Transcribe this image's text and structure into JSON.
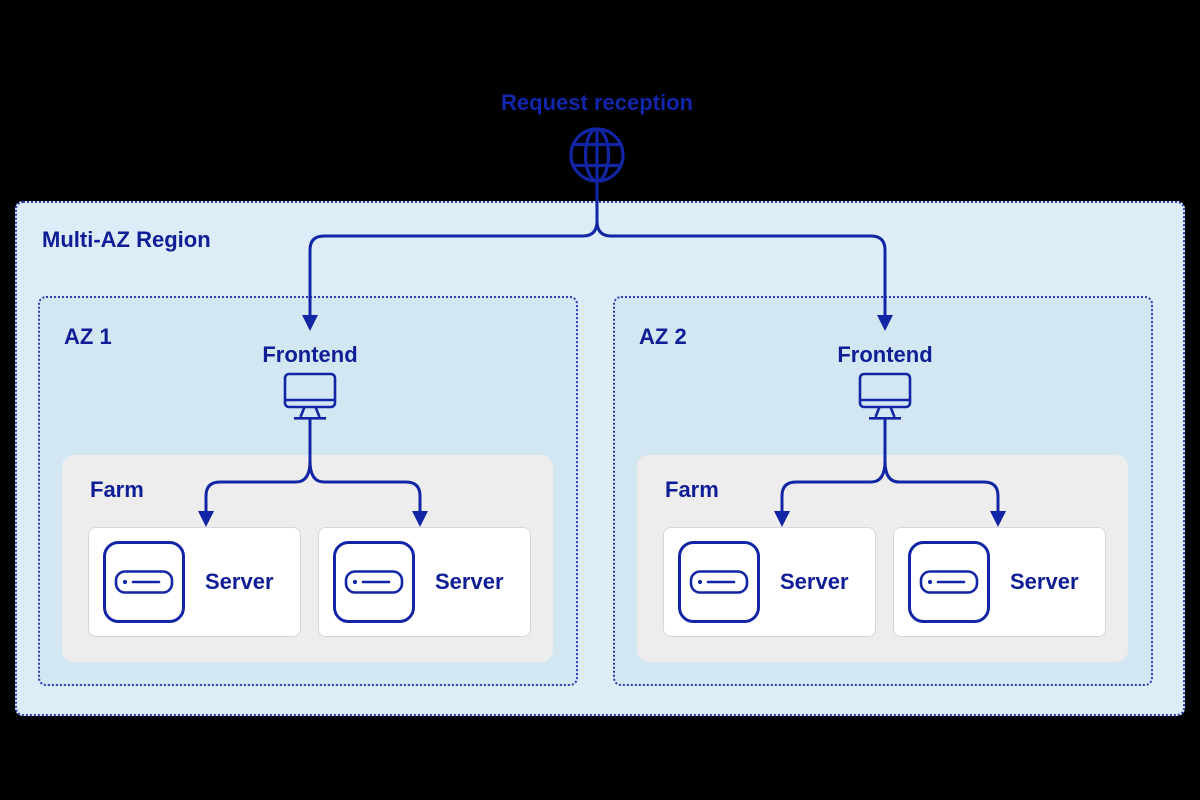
{
  "title": "Request reception",
  "region": {
    "label": "Multi-AZ Region",
    "zones": [
      {
        "label": "AZ 1",
        "frontend": {
          "label": "Frontend",
          "icon": "monitor-icon"
        },
        "farm": {
          "label": "Farm",
          "servers": [
            {
              "label": "Server",
              "icon": "server-appliance-icon"
            },
            {
              "label": "Server",
              "icon": "server-appliance-icon"
            }
          ]
        }
      },
      {
        "label": "AZ 2",
        "frontend": {
          "label": "Frontend",
          "icon": "monitor-icon"
        },
        "farm": {
          "label": "Farm",
          "servers": [
            {
              "label": "Server",
              "icon": "server-appliance-icon"
            },
            {
              "label": "Server",
              "icon": "server-appliance-icon"
            }
          ]
        }
      }
    ]
  },
  "icons": {
    "entry": "globe-icon"
  },
  "colors": {
    "canvas_bg": "#000000",
    "region_bg": "#dcedf7",
    "zone_bg": "#d2e7f2",
    "farm_bg": "#ededed",
    "card_bg": "#ffffff",
    "card_border": "#d7d7d7",
    "text_navy": "#0f1d96",
    "title_blue": "#1226ab",
    "line_blue": "#1226a5",
    "dotted_border": "#2f3cb4"
  }
}
